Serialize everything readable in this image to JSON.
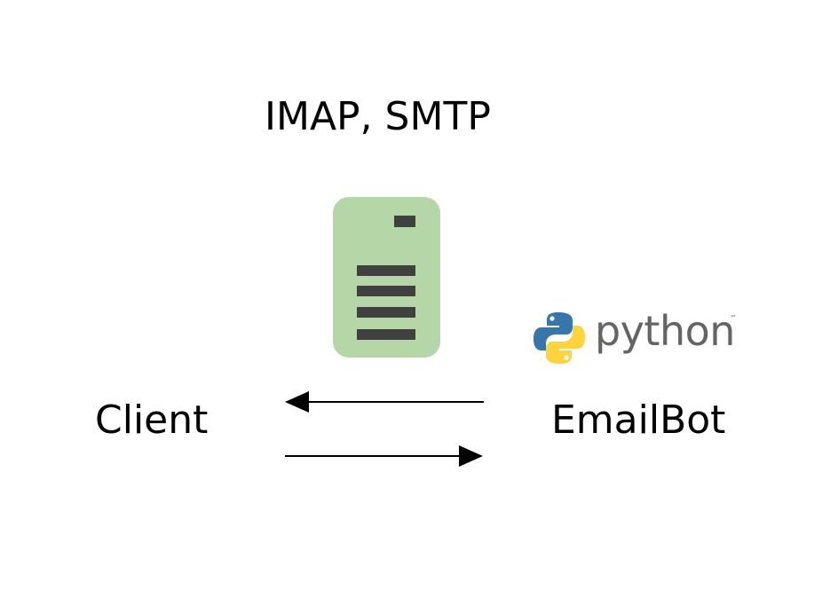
{
  "protocol": {
    "label": "IMAP, SMTP"
  },
  "client": {
    "label": "Client"
  },
  "emailbot": {
    "label": "EmailBot"
  },
  "python_logo": {
    "wordmark": "python",
    "trademark": "™",
    "icon": "python-snakes-icon",
    "colors": {
      "blue": "#3776ab",
      "yellow": "#ffd43b",
      "text": "#646464"
    }
  },
  "server": {
    "icon": "server-icon",
    "colors": {
      "body": "#b5d6a7",
      "slots": "#404040"
    }
  },
  "arrows": [
    {
      "name": "arrow-emailbot-to-client",
      "direction": "left"
    },
    {
      "name": "arrow-client-to-emailbot",
      "direction": "right"
    }
  ]
}
